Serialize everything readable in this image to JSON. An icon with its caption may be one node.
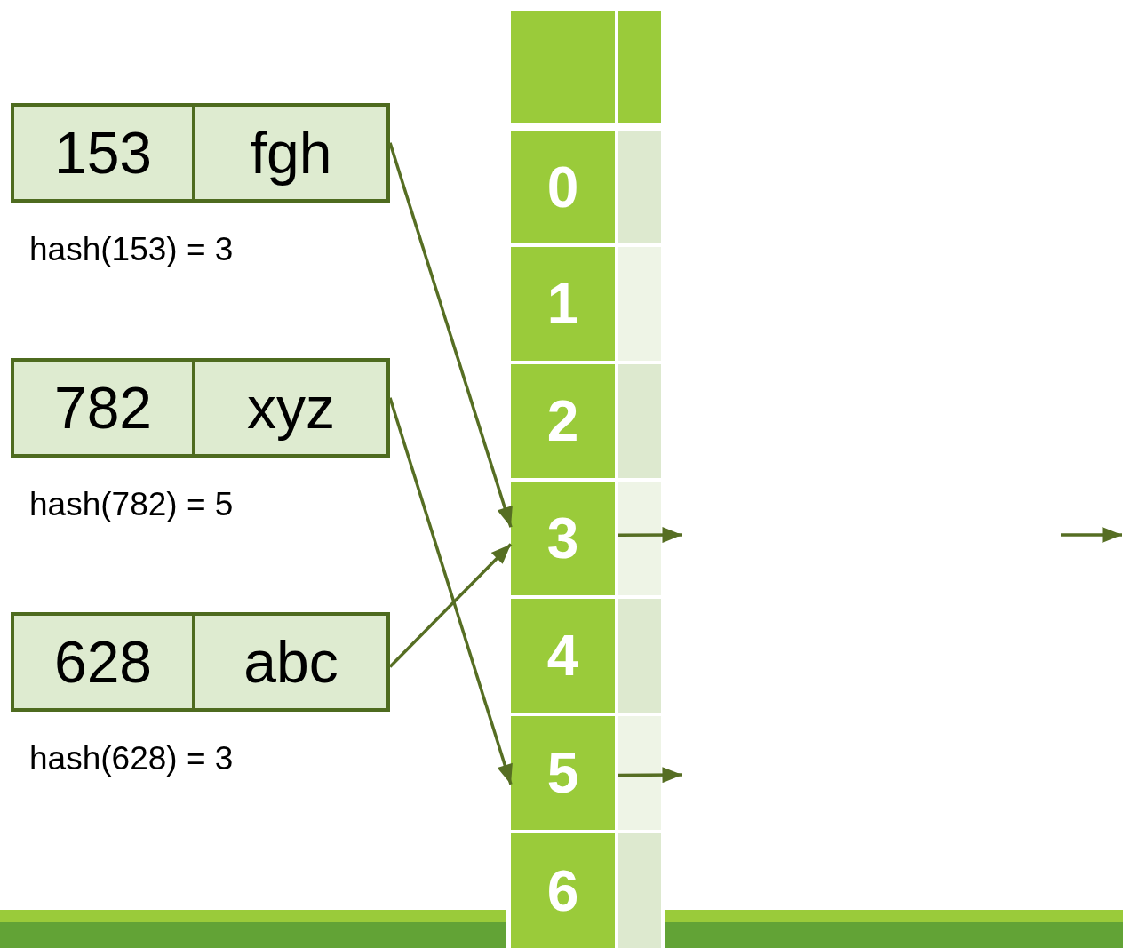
{
  "diagram": {
    "nodes": [
      {
        "text": [
          "153"
        ]
      },
      {
        "text": [
          "fgh"
        ]
      },
      {
        "text": [
          "782"
        ]
      },
      {
        "text": [
          "xyz"
        ]
      },
      {
        "text": [
          "628"
        ]
      },
      {
        "text": [
          "abc"
        ]
      },
      {
        "text": [],
        "shape": "box"
      },
      {
        "text": [],
        "shape": "box"
      },
      {
        "text": [
          "0"
        ]
      },
      {
        "text": [],
        "shape": "box"
      },
      {
        "text": [
          "1"
        ]
      },
      {
        "text": [],
        "shape": "box"
      },
      {
        "text": [
          "2"
        ]
      },
      {
        "text": [],
        "shape": "box"
      },
      {
        "text": [
          "3"
        ]
      },
      {
        "text": [],
        "shape": "box"
      },
      {
        "text": [
          "4"
        ]
      },
      {
        "text": [],
        "shape": "box"
      },
      {
        "text": [
          "5"
        ]
      },
      {
        "text": [],
        "shape": "box"
      },
      {
        "text": [
          "6"
        ]
      },
      {
        "text": [],
        "shape": "box"
      }
    ],
    "edges": [
      {
        "from": 1,
        "to": 14,
        "arrow": "to"
      },
      {
        "from": 3,
        "to": 18,
        "arrow": "to"
      },
      {
        "from": 5,
        "to": 14,
        "arrow": "to"
      },
      {
        "from": 15,
        "to": null,
        "arrow": "to"
      },
      {
        "from": 19,
        "to": null,
        "arrow": "to"
      }
    ],
    "labels": [
      "hash(153) = 3",
      "hash(782) = 5",
      "hash(628) = 3"
    ]
  }
}
